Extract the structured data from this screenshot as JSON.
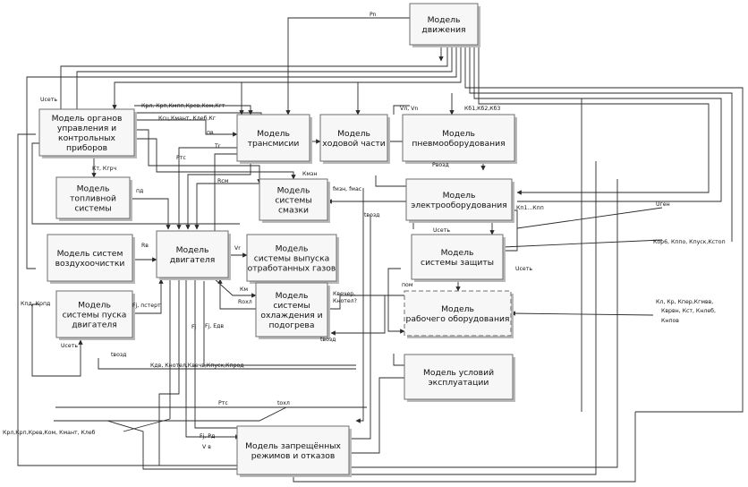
{
  "boxes": {
    "dvizh": [
      "Модель",
      "движения"
    ],
    "organy": [
      "Модель органов",
      "управления и",
      "контрольных",
      "приборов"
    ],
    "transm": [
      "Модель",
      "трансмисии"
    ],
    "hod": [
      "Модель",
      "ходовой части"
    ],
    "pnevmo": [
      "Модель",
      "пневмооборудования"
    ],
    "topliv": [
      "Модель",
      "топливной",
      "системы"
    ],
    "smaz": [
      "Модель",
      "системы",
      "смазки"
    ],
    "elektro": [
      "Модель",
      "электрооборудования"
    ],
    "vozduh": [
      "Модель систем",
      "воздухоочистки"
    ],
    "dvig": [
      "Модель",
      "двигателя"
    ],
    "vypusk": [
      "Модель",
      "системы выпуска",
      "отработанных газов"
    ],
    "zashch": [
      "Модель",
      "системы защиты"
    ],
    "pusk": [
      "Модель",
      "системы пуска",
      "двигателя"
    ],
    "ohlazhd": [
      "Модель",
      "системы",
      "охлаждения и",
      "подогрева"
    ],
    "rabochee": [
      "Модель",
      "рабочего оборудования"
    ],
    "usloviya": [
      "Модель условий",
      "эксплуатации"
    ],
    "zapret": [
      "Модель запрещённых",
      "режимов и отказов"
    ]
  },
  "labels": {
    "pn": "Pn",
    "usety_top": "Uсеть",
    "krl_group": "Крл, Крп,Кмпп,Крев,Ком,Кгт",
    "ksc_group": "Ксц,Кмант, Клеб,Кг",
    "vl_vn": "Vл, Vn",
    "kb_group": "Кб1,Кб2,Кб3",
    "kt_krch": "Кт, Кгрч",
    "rtc1": "Ртс",
    "pv": "пв",
    "tr": "Тr",
    "rsm": "Rсм",
    "kmzn": "Кмзн",
    "rvozd": "Рвозд",
    "pd": "пд",
    "fmzn": "fмзн, fмас",
    "tvozd1": "tвозд",
    "kn_range": "Кп1...Кпп",
    "ugen": "Uген",
    "rv": "Rв",
    "vr": "Vr",
    "usety_mid": "Uсеть",
    "kor_group": "Кор6, Кппо, Кпуск,Кстоп",
    "usety_right": "Uсеть",
    "kpd_krpd": "Кпд, Крпд",
    "fj_nstart": "Fj, пстерт",
    "km": "Км",
    "roxl": "Rохл",
    "kvechR": "Квечер,",
    "kkotelR": "Кнотел?",
    "pom": "пом",
    "kl_group": "Кл, Кр, Кпер,Кгмвв,",
    "kvrav_group": "Кврвн, Кст, Кнлеб,",
    "kvpov": "Кнпов",
    "usety_left": "Uсеть",
    "fj": "Fj",
    "fj_edv": "Fj, Едв",
    "tvozd2": "tвозд",
    "tvozd3": "tвозд",
    "kdv_group": "Кдв, Кнотел,Квечв,Кпуск,Кпрод",
    "rtc2": "Ртс",
    "toxl": "tохл",
    "krl_bottom": "Крл,Крп,Крев,Ком, Кмант, Клеб",
    "fj_pd": "Fj, Pд",
    "vv": "V в"
  }
}
